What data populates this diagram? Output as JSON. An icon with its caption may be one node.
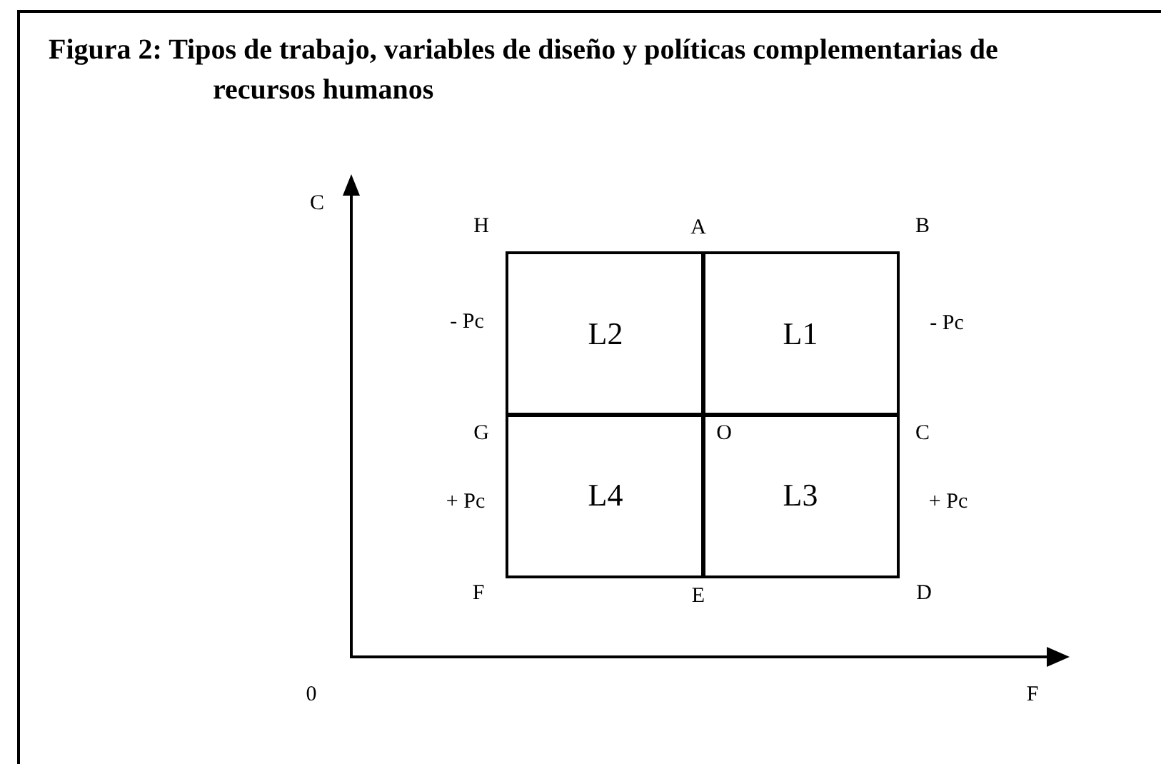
{
  "diagram": {
    "title": "Figura 2: Tipos de trabajo, variables de diseño y políticas complementarias de recursos humanos",
    "nodes": [
      {
        "text": [
          "L2"
        ]
      },
      {
        "text": [
          "L1"
        ]
      },
      {
        "text": [
          "L4"
        ]
      },
      {
        "text": [
          "L3"
        ]
      }
    ],
    "labels": [
      "C",
      "H",
      "A",
      "B",
      "- Pc",
      "- Pc",
      "G",
      "O",
      "C",
      "+ Pc",
      "+ Pc",
      "F",
      "E",
      "D",
      "0",
      "F"
    ]
  }
}
